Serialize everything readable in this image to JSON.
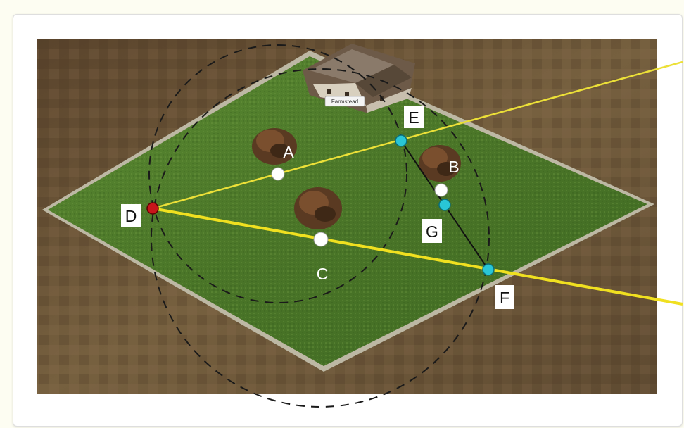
{
  "points": [
    {
      "id": "A",
      "label": "A",
      "kind": "white"
    },
    {
      "id": "B",
      "label": "B",
      "kind": "white"
    },
    {
      "id": "C",
      "label": "C",
      "kind": "white"
    },
    {
      "id": "D",
      "label": "D",
      "kind": "red"
    },
    {
      "id": "E",
      "label": "E",
      "kind": "cyan"
    },
    {
      "id": "F",
      "label": "F",
      "kind": "cyan"
    },
    {
      "id": "G",
      "label": "G",
      "kind": "cyan"
    }
  ],
  "building": {
    "caption": "Farmstead"
  },
  "icons": [
    "farm-building-icon",
    "tree-icon"
  ],
  "colors": {
    "grass": "#4f7a2a",
    "dirt": "#6b5438",
    "ray": "#f0e020",
    "cyan_point": "#29c6d6",
    "red_point": "#c8151b",
    "white_point": "#ffffff",
    "circle": "#1a1a1a"
  }
}
